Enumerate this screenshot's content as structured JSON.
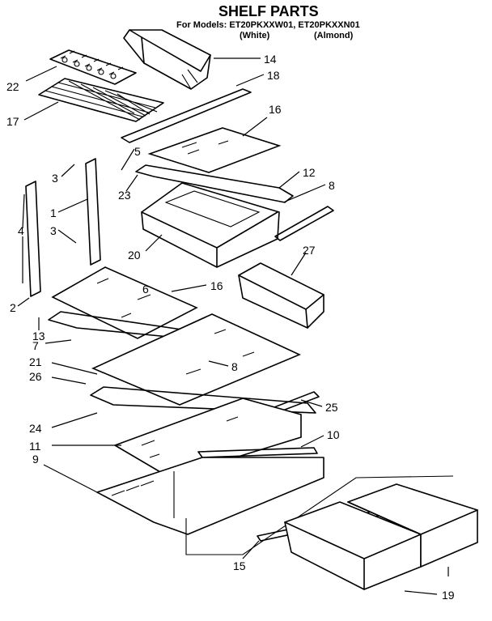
{
  "header": {
    "title": "SHELF PARTS",
    "models_line": "For Models: ET20PKXXW01, ET20PKXXN01",
    "white_label": "(White)",
    "almond_label": "(Almond)"
  },
  "callouts": {
    "c22": "22",
    "c17": "17",
    "c14": "14",
    "c18": "18",
    "c16a": "16",
    "c5": "5",
    "c3a": "3",
    "c23": "23",
    "c12": "12",
    "c8a": "8",
    "c1": "1",
    "c4": "4",
    "c3b": "3",
    "c20": "20",
    "c27": "27",
    "c6": "6",
    "c16b": "16",
    "c2": "2",
    "c13": "13",
    "c7": "7",
    "c8b": "8",
    "c21": "21",
    "c26": "26",
    "c25": "25",
    "c24": "24",
    "c11": "11",
    "c10": "10",
    "c9": "9",
    "c15": "15",
    "c19": "19"
  }
}
